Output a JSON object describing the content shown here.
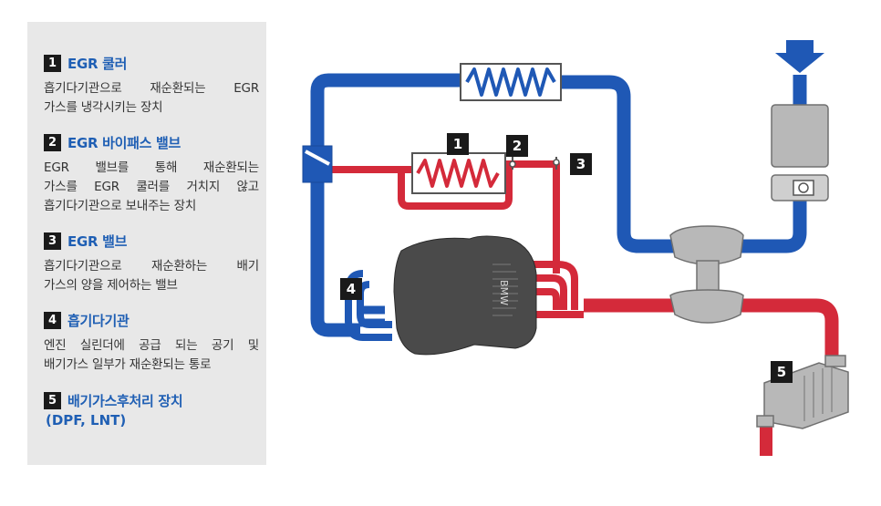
{
  "legend": [
    {
      "num": "1",
      "title": "EGR 쿨러",
      "subtitle": "",
      "desc": [
        "흡기다기관으로 재순환되는 EGR",
        "가스를 냉각시키는 장치"
      ]
    },
    {
      "num": "2",
      "title": "EGR 바이패스 밸브",
      "subtitle": "",
      "desc": [
        "EGR 밸브를 통해 재순환되는",
        "가스를 EGR 쿨러를 거치지 않고",
        "흡기다기관으로 보내주는 장치"
      ]
    },
    {
      "num": "3",
      "title": "EGR 밸브",
      "subtitle": "",
      "desc": [
        "흡기다기관으로 재순환하는 배기",
        "가스의 양을 제어하는 밸브"
      ]
    },
    {
      "num": "4",
      "title": "흡기다기관",
      "subtitle": "",
      "desc": [
        "엔진 실린더에 공급 되는 공기 및",
        "배기가스 일부가 재순환되는 통로"
      ]
    },
    {
      "num": "5",
      "title": "배기가스후처리 장치",
      "subtitle": "(DPF, LNT)",
      "desc": []
    }
  ],
  "diagram_labels": {
    "cooler": "1",
    "bypass_valve": "2",
    "egr_valve": "3",
    "intake_manifold": "4",
    "aftertreatment": "5",
    "engine_logo": "BMW"
  },
  "colors": {
    "intake_pipe": "#1f58b5",
    "exhaust_pipe": "#d42a3a",
    "legend_title": "#1f5fb4",
    "panel_bg": "#e8e8e8",
    "engine": "#4a4a4a"
  }
}
